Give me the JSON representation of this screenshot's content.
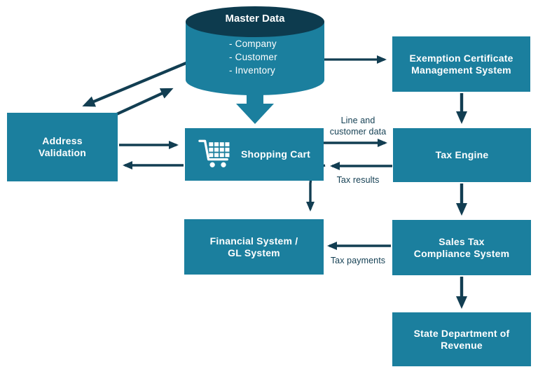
{
  "colors": {
    "box_teal": "#1B7F9E",
    "arrow_navy": "#123E52",
    "cylinder_top_navy": "#0D3B4E",
    "text_white": "#FFFFFF"
  },
  "cylinder": {
    "title": "Master Data",
    "items": [
      "- Company",
      "- Customer",
      "- Inventory"
    ]
  },
  "boxes": {
    "exemption": {
      "label": "Exemption Certificate\nManagement System"
    },
    "address_validation": {
      "label": "Address\nValidation"
    },
    "shopping_cart": {
      "label": "Shopping Cart"
    },
    "tax_engine": {
      "label": "Tax Engine"
    },
    "financial": {
      "label": "Financial System /\nGL System"
    },
    "sales_tax": {
      "label": "Sales Tax\nCompliance System"
    },
    "state_dor": {
      "label": "State Department of\nRevenue"
    }
  },
  "arrow_labels": {
    "line_customer": "Line and\ncustomer data",
    "tax_results": "Tax results",
    "tax_payments": "Tax payments"
  }
}
